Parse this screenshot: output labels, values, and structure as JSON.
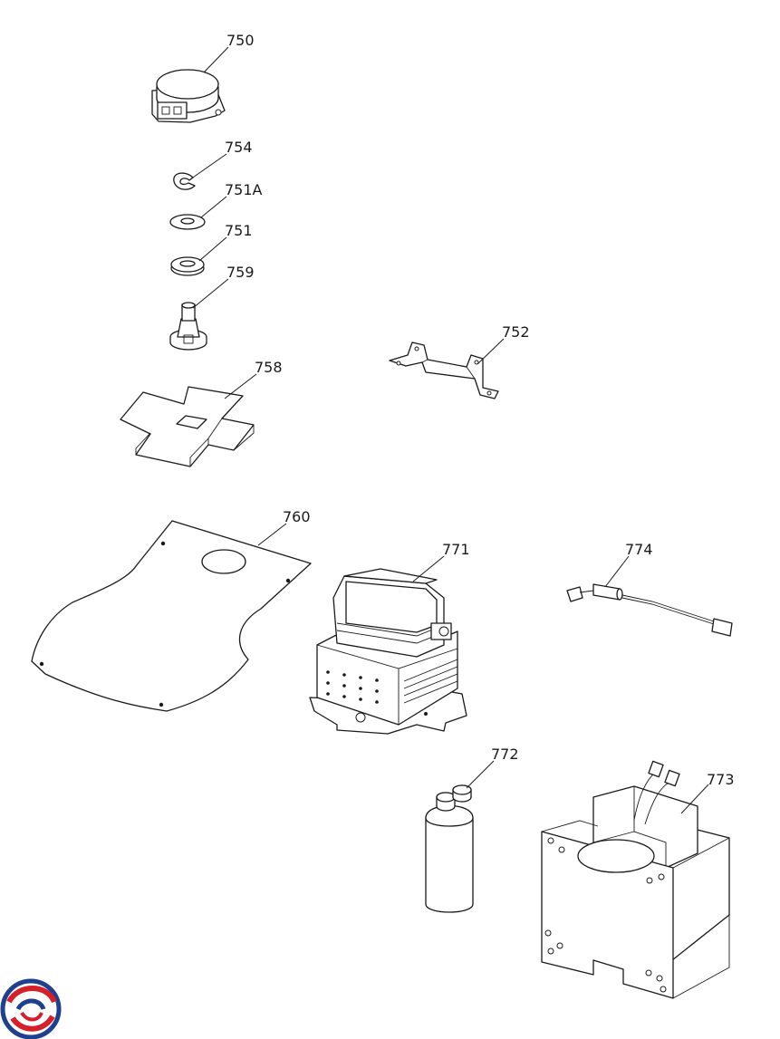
{
  "labels": {
    "p750": "750",
    "p754": "754",
    "p751a": "751A",
    "p751": "751",
    "p759": "759",
    "p758": "758",
    "p752": "752",
    "p760": "760",
    "p771": "771",
    "p774": "774",
    "p772": "772",
    "p773": "773"
  },
  "colors": {
    "line": "#1a1a1a",
    "logo_red": "#d4202a",
    "logo_blue": "#1f3f8f"
  },
  "icons": {
    "logo": "brand-swirl-logo"
  }
}
